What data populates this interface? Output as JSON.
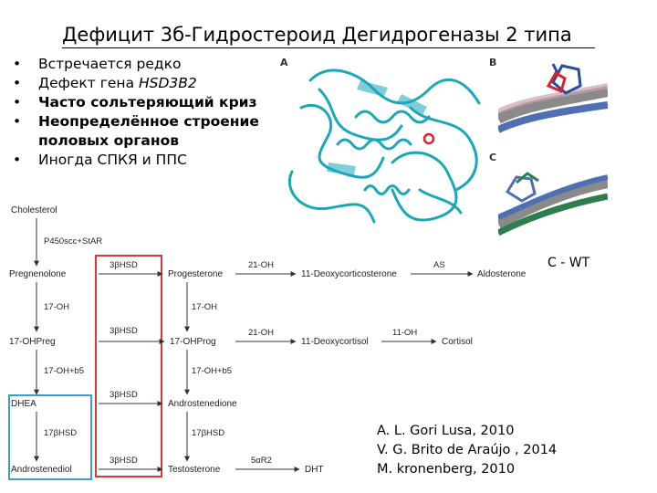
{
  "title": "Дефицит 3б-Гидростероид Дегидрогеназы 2 типа",
  "bullets": [
    {
      "text": "Встречается редко",
      "style": "normal"
    },
    {
      "text": "Дефект гена HSD3B2",
      "style": "mixed",
      "prefix": "Дефект гена ",
      "italic_part": "HSD3B2"
    },
    {
      "text": "Часто сольтеряющий криз",
      "style": "bold"
    },
    {
      "text": "Неопределённое строение половых органов",
      "style": "bold"
    },
    {
      "text": "Иногда СПКЯ и ППС",
      "style": "normal"
    }
  ],
  "panel_labels": {
    "a": "A",
    "b": "B",
    "c": "C"
  },
  "wt_label": "C - WT",
  "references": [
    "A. L. Gori Lusa, 2010",
    "V. G. Brito de Araújo , 2014",
    "M. kronenberg, 2010"
  ],
  "pathway": {
    "nodes": {
      "cholesterol": "Cholesterol",
      "pregnenolone": "Pregnenolone",
      "ohpreg": "17-OHPreg",
      "dhea": "DHEA",
      "androstenediol": "Androstenediol",
      "progesterone": "Progesterone",
      "ohprog": "17-OHProg",
      "androstenedione": "Androstenedione",
      "testosterone": "Testosterone",
      "deoxycorticosterone": "11-Deoxycorticosterone",
      "aldosterone": "Aldosterone",
      "deoxycortisol": "11-Deoxycortisol",
      "cortisol": "Cortisol",
      "dht": "DHT"
    },
    "enzymes": {
      "p450scc": "P450scc+StAR",
      "oh17_a": "17-OH",
      "oh17b5_a": "17-OH+b5",
      "hsd17_a": "17βHSD",
      "hsd3_1": "3βHSD",
      "hsd3_2": "3βHSD",
      "hsd3_3": "3βHSD",
      "hsd3_4": "3βHSD",
      "oh17_b": "17-OH",
      "oh17b5_b": "17-OH+b5",
      "hsd17_b": "17βHSD",
      "oh21_a": "21-OH",
      "oh21_b": "21-OH",
      "as": "AS",
      "oh11": "11-OH",
      "r5a": "5αR2"
    },
    "colors": {
      "red_box": "#d9383a",
      "blue_box": "#3a9fc8",
      "arrow": "#333333"
    }
  },
  "colors": {
    "protein_cyan": "#1aa7bb",
    "ligand_red": "#d8232a",
    "helix_blue": "#4f6fb3"
  }
}
